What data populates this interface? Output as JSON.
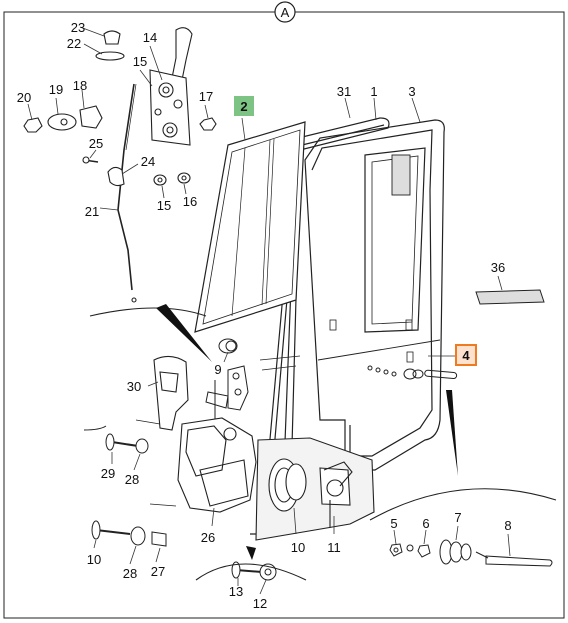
{
  "sheet": {
    "corner_tag": "A"
  },
  "callouts": {
    "c1": "1",
    "c2": "2",
    "c3": "3",
    "c4": "4",
    "c5": "5",
    "c6": "6",
    "c7": "7",
    "c8": "8",
    "c9": "9",
    "c10a": "10",
    "c10b": "10",
    "c11": "11",
    "c12": "12",
    "c13": "13",
    "c14": "14",
    "c15a": "15",
    "c15b": "15",
    "c16": "16",
    "c17": "17",
    "c18": "18",
    "c19": "19",
    "c20": "20",
    "c21": "21",
    "c22": "22",
    "c23": "23",
    "c24": "24",
    "c25": "25",
    "c26": "26",
    "c27": "27",
    "c28a": "28",
    "c28b": "28",
    "c29": "29",
    "c30": "30",
    "c31": "31",
    "c36": "36"
  },
  "highlights": {
    "green_fill": "#7dc383",
    "orange_stroke": "#f07a20",
    "orange_fill": "#fde3cf"
  }
}
